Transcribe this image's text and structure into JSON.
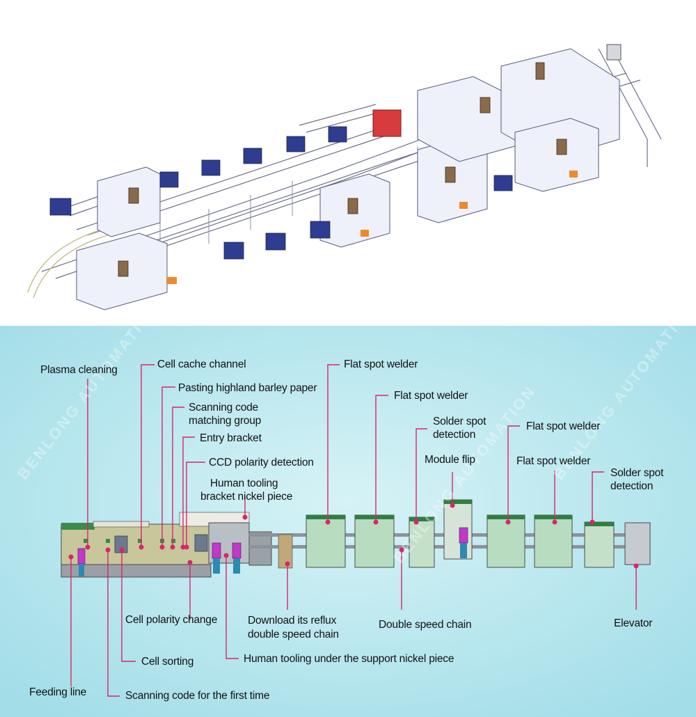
{
  "accent_color": "#d8266a",
  "background_color": "#a9e1ea",
  "watermark": "BENLONG AUTOMATION",
  "labels": {
    "plasma_cleaning": "Plasma cleaning",
    "cell_cache_channel": "Cell cache channel",
    "pasting_barley_paper": "Pasting highland barley paper",
    "scanning_code_matching_1": "Scanning code",
    "scanning_code_matching_2": "matching group",
    "entry_bracket": "Entry bracket",
    "ccd_polarity_detection": "CCD polarity detection",
    "human_tooling_bracket_1": "Human tooling",
    "human_tooling_bracket_2": "bracket nickel piece",
    "flat_spot_welder_1": "Flat spot welder",
    "flat_spot_welder_2": "Flat spot welder",
    "solder_spot_detection_1a": "Solder spot",
    "solder_spot_detection_1b": "detection",
    "module_flip": "Module flip",
    "flat_spot_welder_3": "Flat spot welder",
    "flat_spot_welder_4": "Flat spot welder",
    "solder_spot_detection_2a": "Solder spot",
    "solder_spot_detection_2b": "detection",
    "cell_polarity_change": "Cell polarity change",
    "download_reflux_1": "Download its reflux",
    "download_reflux_2": "double speed chain",
    "double_speed_chain": "Double speed chain",
    "elevator": "Elevator",
    "cell_sorting": "Cell sorting",
    "human_tooling_under": "Human tooling under the support nickel piece",
    "feeding_line": "Feeding line",
    "scanning_first_time": "Scanning code for the first time"
  }
}
